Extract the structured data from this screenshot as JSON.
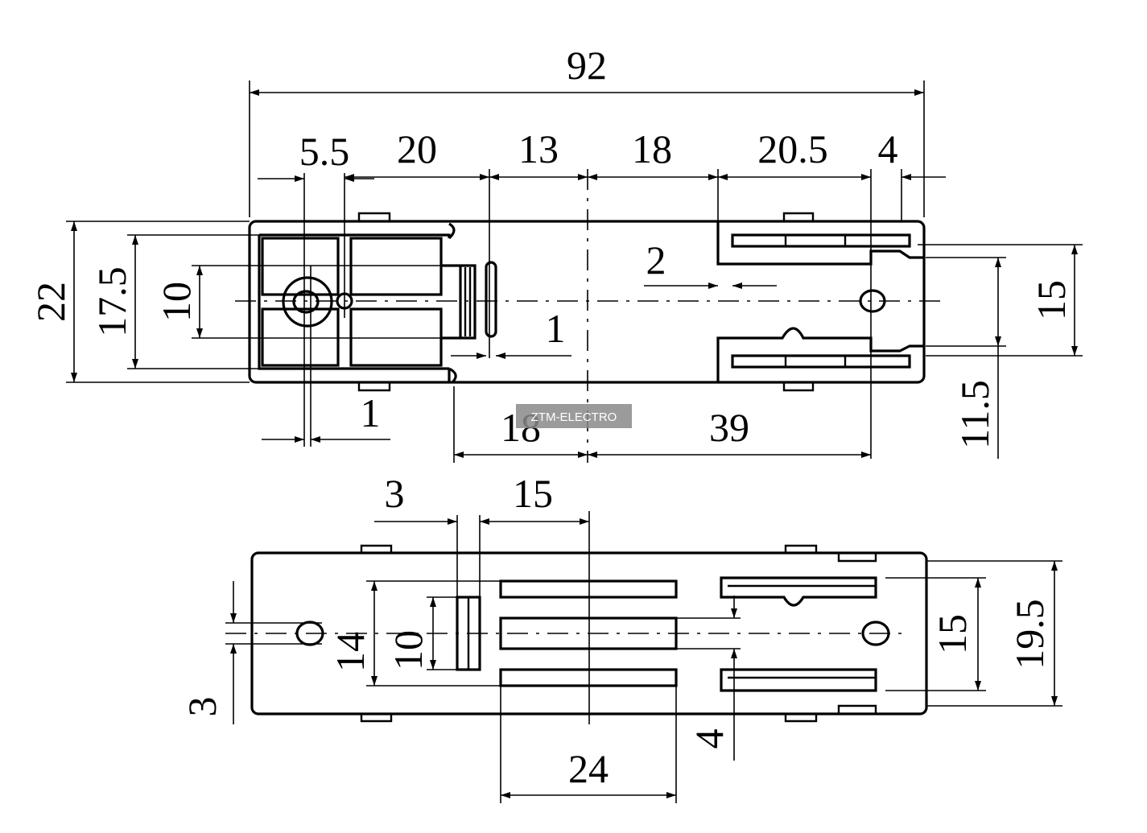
{
  "watermark": "ZTM-ELECTRO",
  "top_view": {
    "overall_length": "92",
    "segments": [
      "5.5",
      "20",
      "13",
      "18",
      "20.5",
      "4"
    ],
    "left_heights": [
      "22",
      "17.5",
      "10"
    ],
    "slot_gap": "2",
    "rib_width": "1",
    "hole_offset": "1",
    "bottom_segments": [
      "18",
      "39"
    ],
    "right_heights": [
      "15",
      "11.5"
    ]
  },
  "bottom_view": {
    "top_segments": [
      "3",
      "15"
    ],
    "left_heights": [
      "14",
      "10",
      "3"
    ],
    "bottom_width": "24",
    "offset": "4",
    "right_heights": [
      "15",
      "19.5"
    ]
  }
}
